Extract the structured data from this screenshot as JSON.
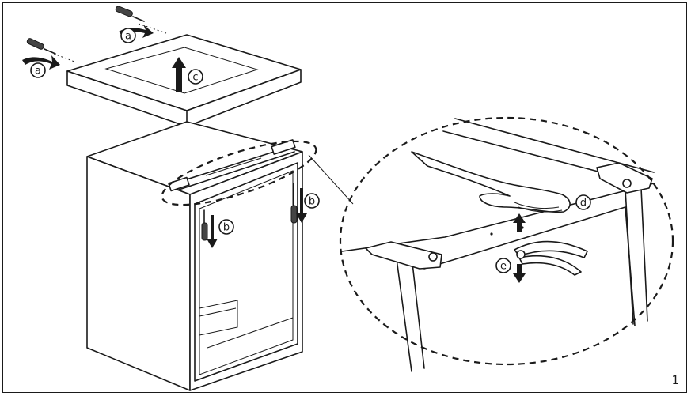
{
  "labels": {
    "a": "a",
    "b": "b",
    "c": "c",
    "d": "d",
    "e": "e"
  },
  "figure_number": "1",
  "colors": {
    "line": "#1a1a1a",
    "background": "#ffffff"
  }
}
